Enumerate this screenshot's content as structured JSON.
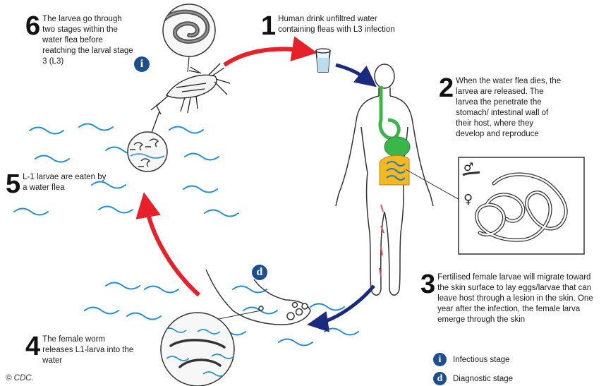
{
  "steps": [
    {
      "num": "1",
      "text": "Human drink unfiltred water containing fleas with L3 infection"
    },
    {
      "num": "2",
      "text": "When the water flea dies, the larvea are released. The larvea the penetrate the stomach/ intestinal wall of their host, where they develop and reproduce"
    },
    {
      "num": "3",
      "text": "Fertilised female larvae will migrate toward the skin surface to lay eggs/larvae that can leave host through a lesion in the skin. One year after the infection, the female larva emerge through the skin"
    },
    {
      "num": "4",
      "text": "The female worm releases L1-larva into the water"
    },
    {
      "num": "5",
      "text": "L-1 larvae are eaten by a water flea"
    },
    {
      "num": "6",
      "text": "The larvea go through two stages within the water flea before reatching the larval stage 3 (L3)"
    }
  ],
  "legend": [
    {
      "symbol": "i",
      "label": "Infectious stage"
    },
    {
      "symbol": "d",
      "label": "Diagnostic stage"
    }
  ],
  "markers": {
    "infectious": "i",
    "diagnostic": "d"
  },
  "sex_symbols": {
    "male": "♂",
    "female": "♀"
  },
  "credit": "© CDC.",
  "colors": {
    "red_arrow": "#e8202a",
    "blue_arrow": "#1a2a80",
    "water": "#1c8fd8",
    "badge": "#1d4f8f",
    "stomach": "#3cb54a",
    "intestine": "#f5b820",
    "body_outline": "#333333"
  }
}
